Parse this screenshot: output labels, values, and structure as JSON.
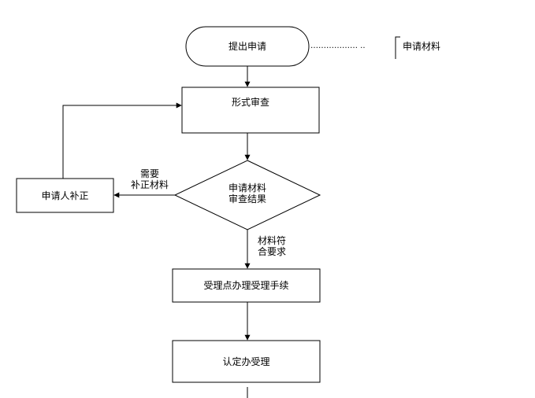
{
  "nodes": {
    "submit": "提出申请",
    "formal_review": "形式审查",
    "decision_line1": "申请材料",
    "decision_line2": "审查结果",
    "supplement": "申请人补正",
    "accept_procedure": "受理点办理受理手续",
    "approve": "认定办受理"
  },
  "edges": {
    "need_line1": "需要",
    "need_line2": "补正材料",
    "meets_line1": "材料符",
    "meets_line2": "合要求"
  },
  "annotation": {
    "materials": "申请材料",
    "dots": "………………  .."
  }
}
